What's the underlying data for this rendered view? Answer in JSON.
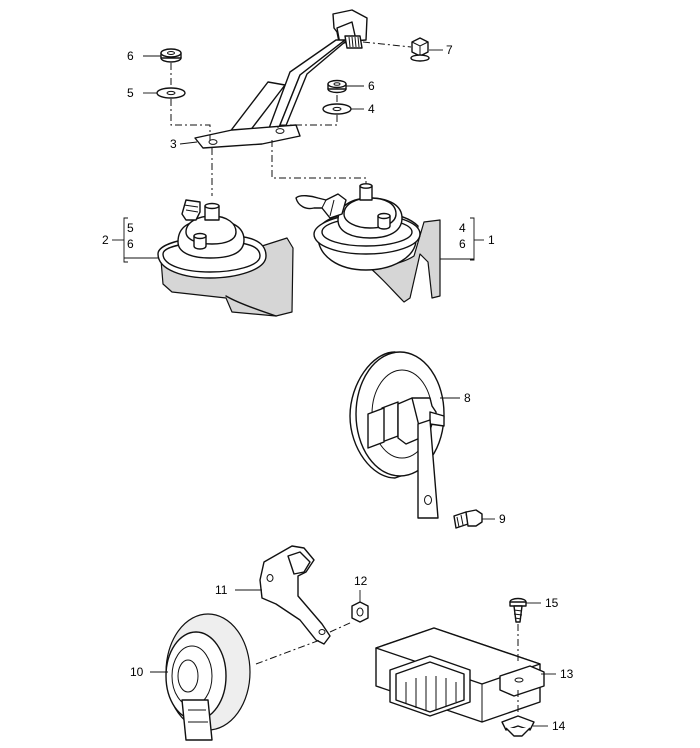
{
  "callouts": {
    "c1": "1",
    "c2": "2",
    "c3": "3",
    "c4a": "4",
    "c4b": "4",
    "c5a": "5",
    "c5b": "5",
    "c6a": "6",
    "c6b": "6",
    "c6c": "6",
    "c6d": "6",
    "c7": "7",
    "c8": "8",
    "c9": "9",
    "c10": "10",
    "c11": "11",
    "c12": "12",
    "c13": "13",
    "c14": "14",
    "c15": "15"
  }
}
